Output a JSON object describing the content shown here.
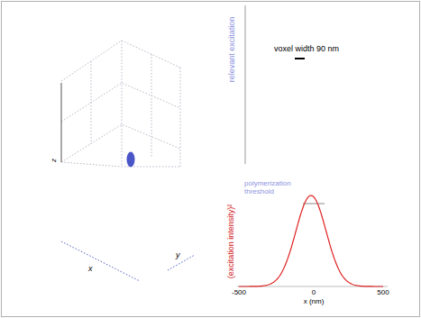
{
  "diagram": {
    "labels": [
      "relevant excitation",
      "voxel width 90 nm",
      "z",
      "x",
      "y",
      "polymerization threshold",
      "(excitation intensity)²",
      "-500",
      "0",
      "500",
      "x (nm)"
    ]
  }
}
